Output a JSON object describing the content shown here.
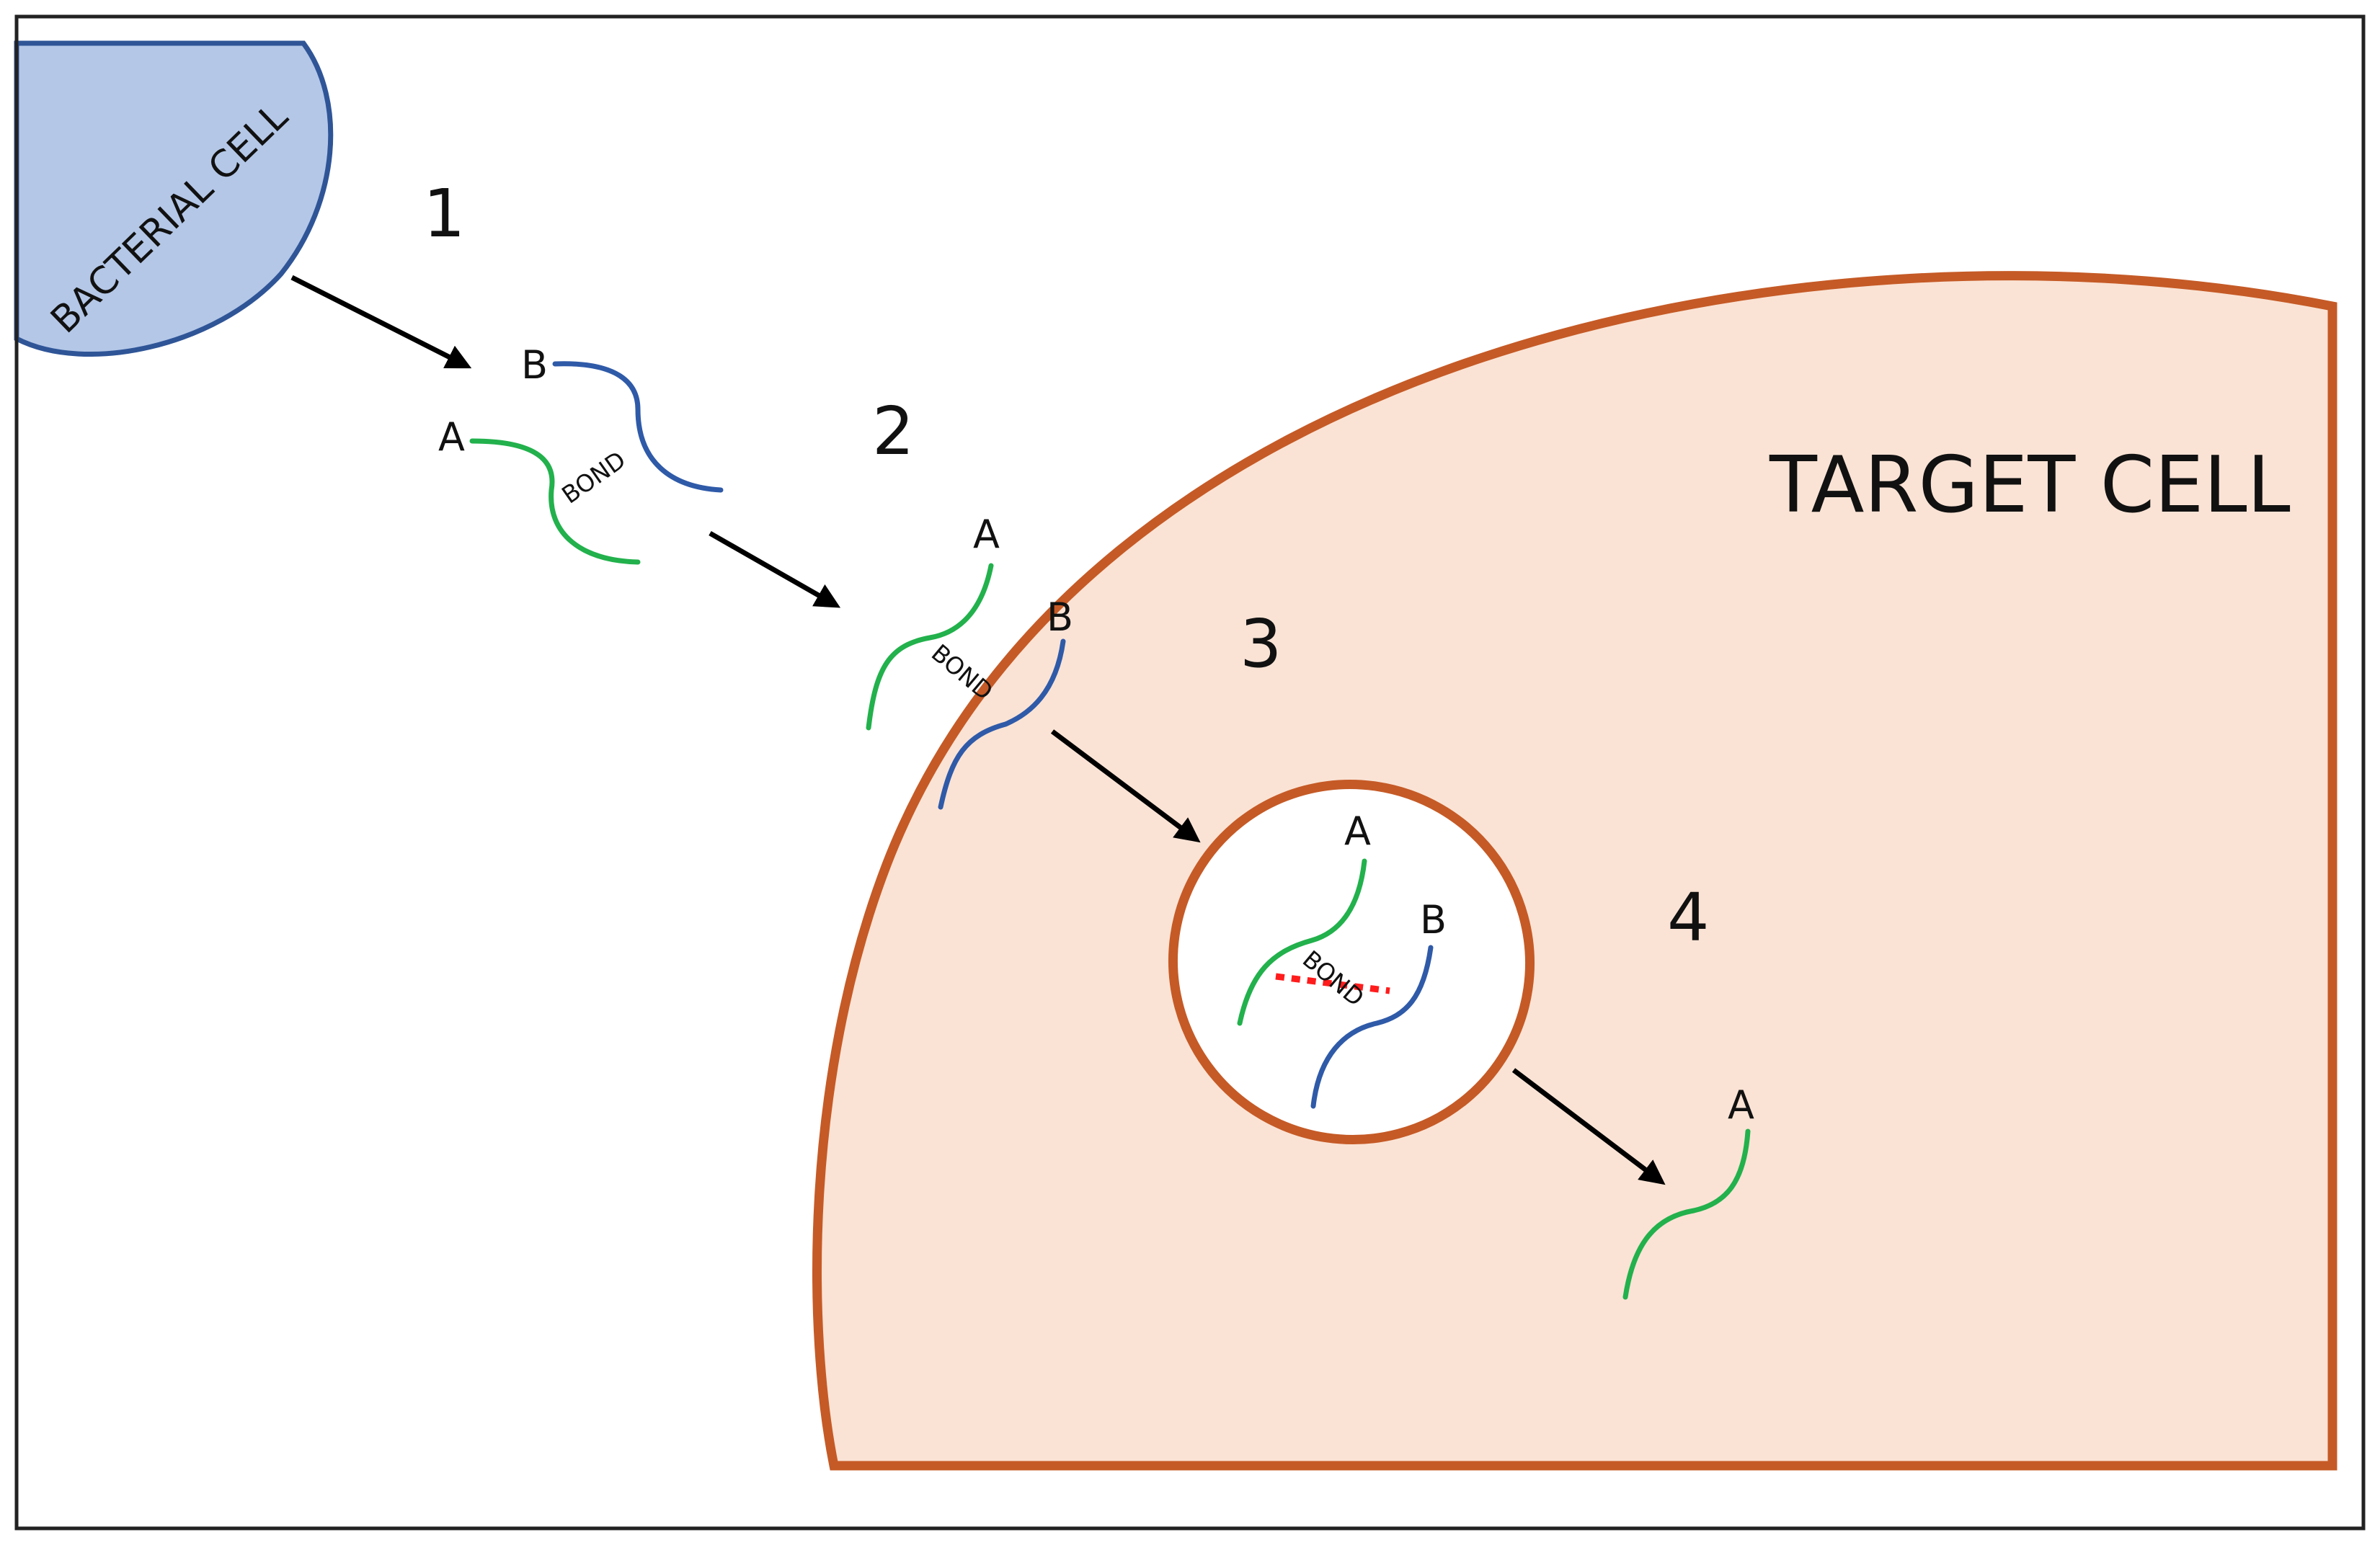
{
  "colors": {
    "frame": "#222222",
    "bacterial_fill": "#b4c7e7",
    "bacterial_stroke": "#2f5597",
    "target_fill": "#fae3d5",
    "target_stroke": "#c55a26",
    "strand_a": "#22b14c",
    "strand_b": "#2f5aa8",
    "bond_break": "#ff1c1c",
    "arrow": "#000000"
  },
  "cells": {
    "bacterial": "BACTERIAL CELL",
    "target": "TARGET CELL"
  },
  "steps": [
    "1",
    "2",
    "3",
    "4"
  ],
  "strand_labels": {
    "a": "A",
    "b": "B",
    "bond": "BOND"
  }
}
